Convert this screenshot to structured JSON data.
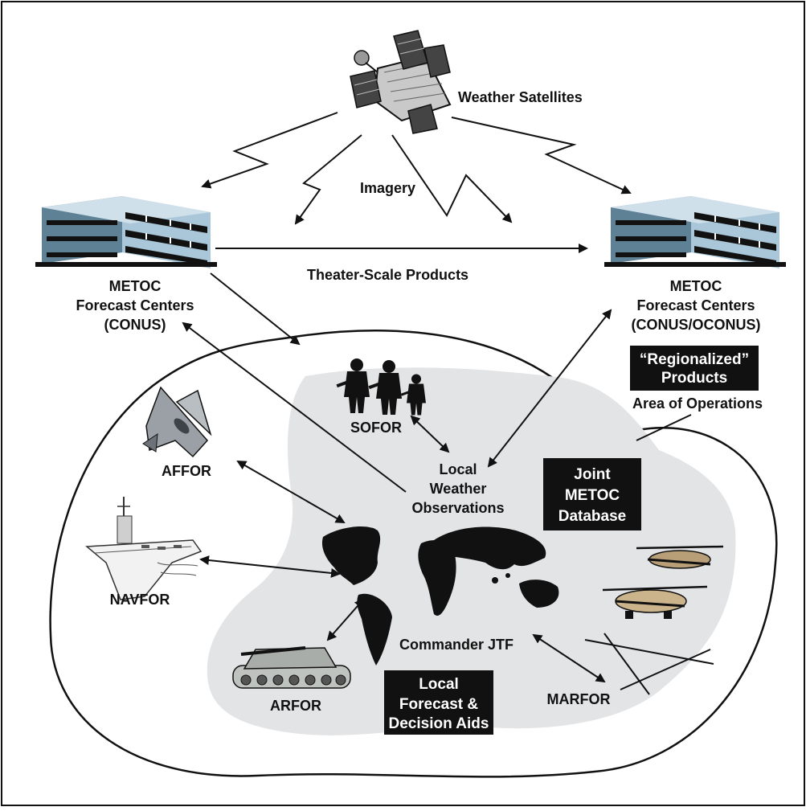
{
  "labels": {
    "weather_satellites": "Weather Satellites",
    "imagery": "Imagery",
    "theater_scale_products": "Theater-Scale Products",
    "metoc_left": [
      "METOC",
      "Forecast Centers",
      "(CONUS)"
    ],
    "metoc_right": [
      "METOC",
      "Forecast Centers",
      "(CONUS/OCONUS)"
    ],
    "regionalized_products": [
      "“Regionalized”",
      "Products"
    ],
    "area_of_operations": "Area of Operations",
    "sofor": "SOFOR",
    "affor": "AFFOR",
    "navfor": "NAVFOR",
    "arfor": "ARFOR",
    "marfor": "MARFOR",
    "commander_jtf": "Commander JTF",
    "local_weather_observations": [
      "Local",
      "Weather",
      "Observations"
    ],
    "joint_metoc_database": [
      "Joint",
      "METOC",
      "Database"
    ],
    "local_forecast_decision_aids": [
      "Local",
      "Forecast &",
      "Decision Aids"
    ]
  },
  "colors": {
    "building_blue": "#a9c7d8",
    "building_dark": "#5f8196",
    "region_gray": "#e3e4e6",
    "box_black": "#111111",
    "line": "#111111"
  }
}
